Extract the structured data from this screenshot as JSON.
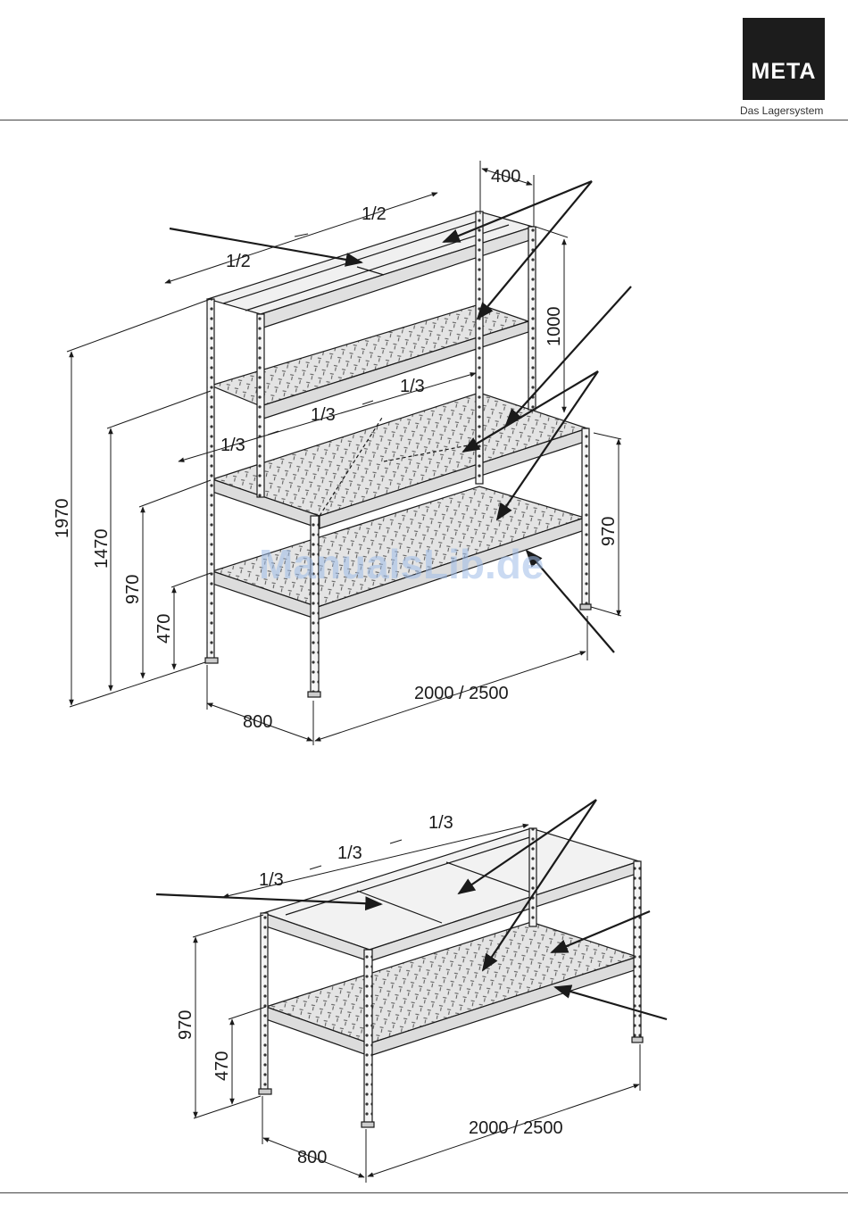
{
  "header": {
    "brand": "META",
    "tagline": "Das Lagersystem"
  },
  "watermark": "ManualsLib.de",
  "figure_top": {
    "dimensions": {
      "depth": "400",
      "upper_height": "1000",
      "half_a": "1/2",
      "half_b": "1/2",
      "third_a": "1/3",
      "third_b": "1/3",
      "third_c": "1/3",
      "h1970": "1970",
      "h1470": "1470",
      "h970_left": "970",
      "h470": "470",
      "h970_right": "970",
      "length": "2000 / 2500",
      "width": "800"
    }
  },
  "figure_bottom": {
    "dimensions": {
      "third_a": "1/3",
      "third_b": "1/3",
      "third_c": "1/3",
      "h970": "970",
      "h470": "470",
      "length": "2000 / 2500",
      "width": "800"
    }
  },
  "colors": {
    "line": "#1a1a1a",
    "shelf": "#d9d9d9",
    "logo_bg": "#1c1c1c",
    "watermark": "#9fbde8"
  }
}
